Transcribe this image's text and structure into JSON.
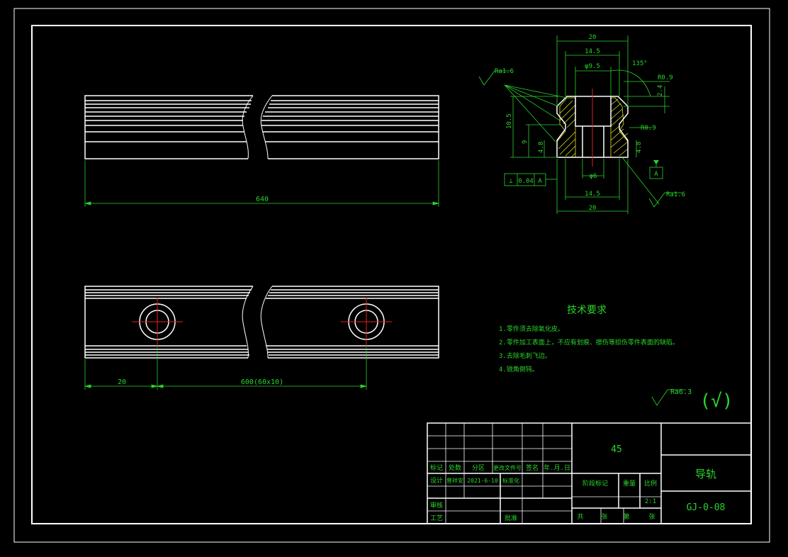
{
  "colors": {
    "background": "#000000",
    "outline": "#ffffff",
    "dimension": "#2bd52b",
    "centerline": "#e02020",
    "hatch": "#e0e020"
  },
  "views": {
    "front": {
      "length_dim": "640"
    },
    "top": {
      "offset_dim": "20",
      "pitch_dim": "600(60x10)"
    },
    "section": {
      "width_top": "20",
      "width_mid": "14.5",
      "hole_dia": "φ9.5",
      "angle": "135°",
      "radius_top": "R0.9",
      "depth": "2.4",
      "radius_side": "R0.9",
      "height_total": "10.5",
      "height_9": "9",
      "height_left": "4.8",
      "height_right": "4.8",
      "hole_small": "φ6",
      "width_bottom_mid": "14.5",
      "width_bottom": "20",
      "rough_left": "Ra1.6",
      "rough_right": "Ra1.6",
      "tolerance": {
        "symbol": "⊥",
        "value": "0.04",
        "datum": "A"
      },
      "datum_label": "A"
    }
  },
  "tech": {
    "title": "技术要求",
    "items": [
      "1.零件须去除氧化皮。",
      "2.零件加工表面上，不应有划痕、擦伤等损伤零件表面的缺陷。",
      "3.去除毛刺飞边。",
      "4.锐角倒钝。"
    ]
  },
  "roughness_general": {
    "value": "Ra6.3",
    "other": "(√)"
  },
  "titleblock": {
    "material": "45",
    "part_name": "导轨",
    "drawing_no": "GJ-0-08",
    "row_headers": [
      "标记",
      "处数",
      "分区",
      "更改文件号",
      "签名",
      "年.月.日"
    ],
    "design_label": "设计",
    "designer": "曾祥安",
    "design_date": "2021-6-10",
    "std_label": "标准化",
    "review_label": "审核",
    "process_label": "工艺",
    "approve_label": "批准",
    "stage_label": "阶段标记",
    "weight_label": "重量",
    "scale_label": "比例",
    "scale_value": "2:1",
    "sheets_total": "共",
    "sheets_zhang": "张",
    "sheets_di": "第",
    "sheets_zhang2": "张"
  }
}
